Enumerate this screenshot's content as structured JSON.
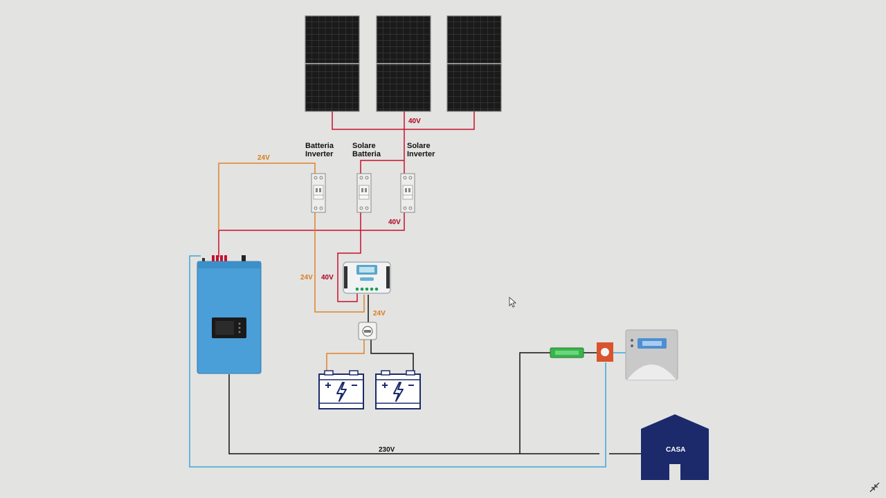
{
  "labels": {
    "breaker1": [
      "Batteria",
      "Inverter"
    ],
    "breaker2": [
      "Solare",
      "Batteria"
    ],
    "breaker3": [
      "Solare",
      "Inverter"
    ],
    "panels_voltage": "40V",
    "battery_inverter_voltage": "24V",
    "breakers_bus_voltage": "40V",
    "battery_line_voltage": "24V",
    "controller_in_voltage": "40V",
    "controller_out_voltage": "24V",
    "grid_voltage": "230V",
    "house": "CASA"
  },
  "colors": {
    "solar_line": "#c8102e",
    "battery_line": "#e0822a",
    "ac_line": "#111111",
    "ground_line": "#3aa7d8",
    "inverter": "#4a9fd8",
    "house": "#1c2a6b",
    "background": "#e3e3e1"
  },
  "icons": {
    "solar_panel": "solar-panel-icon",
    "breaker": "breaker-icon",
    "charge_controller": "charge-controller-icon",
    "battery": "battery-icon",
    "inverter": "grid-inverter-icon",
    "meter": "energy-meter-icon",
    "house": "house-icon",
    "cursor": "cursor-icon",
    "exit_fullscreen": "exit-fullscreen-icon"
  }
}
